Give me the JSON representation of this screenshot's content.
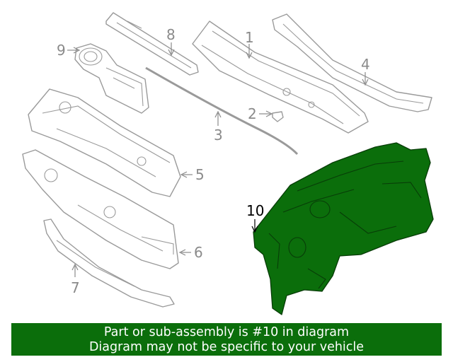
{
  "diagram": {
    "callouts": [
      "1",
      "2",
      "3",
      "4",
      "5",
      "6",
      "7",
      "8",
      "9",
      "10"
    ],
    "highlighted_part": "10",
    "colors": {
      "highlight": "#0b6e0b",
      "outline": "#9a9a9a",
      "banner": "#0b6e0b",
      "banner_text": "#ffffff"
    }
  },
  "banner": {
    "line1": "Part or sub-assembly is #10 in diagram",
    "line2": "Diagram may not be specific to your vehicle"
  }
}
